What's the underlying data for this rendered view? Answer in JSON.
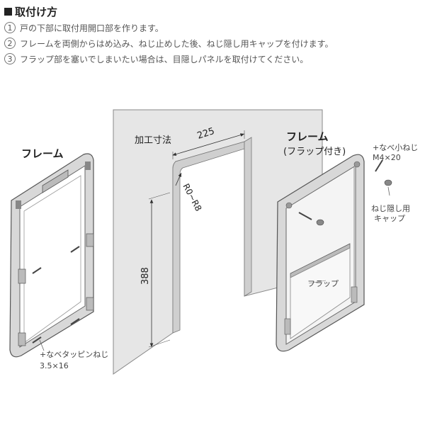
{
  "header": {
    "title": "取付け方",
    "steps": [
      {
        "num": "1",
        "text": "戸の下部に取付用開口部を作ります。"
      },
      {
        "num": "2",
        "text": "フレームを両側からはめ込み、ねじ止めした後、ねじ隠し用キャップを付けます。"
      },
      {
        "num": "3",
        "text": "フラップ部を塞いでしまいたい場合は、目隠しパネルを取付けてください。"
      }
    ]
  },
  "diagram": {
    "left_frame_label": "フレーム",
    "left_screw_label_1": "+なベタッピンねじ",
    "left_screw_label_2": "3.5×16",
    "cutout_label": "加工寸法",
    "dim_width": "225",
    "dim_height": "388",
    "dim_radius": "R0~R8",
    "right_frame_label_1": "フレーム",
    "right_frame_label_2": "(フラップ付き)",
    "right_screw_label_1": "+なべ小ねじ",
    "right_screw_label_2": "M4×20",
    "cap_label_1": "ねじ隠し用",
    "cap_label_2": "キャップ",
    "flap_label": "フラップ"
  }
}
